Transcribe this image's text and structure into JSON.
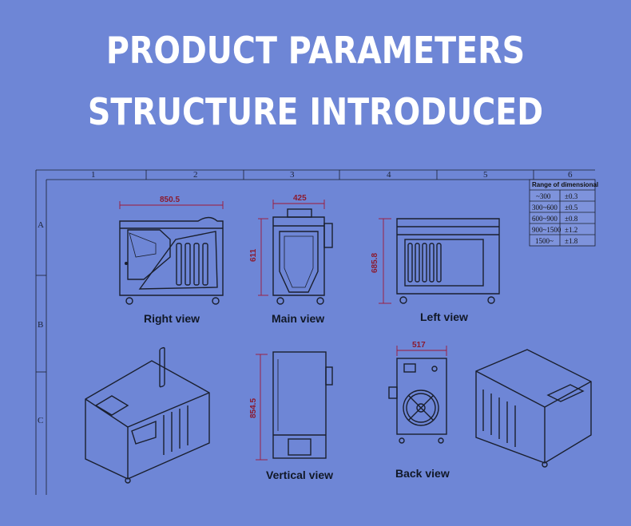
{
  "heading": {
    "line1": "PRODUCT PARAMETERS",
    "line2": "STRUCTURE INTRODUCED"
  },
  "ruler": {
    "columns": [
      "1",
      "2",
      "3",
      "4",
      "5",
      "6"
    ],
    "rows": [
      "A",
      "B",
      "C"
    ]
  },
  "tolerance_table": {
    "header": "Range of dimensional",
    "rows": [
      {
        "range": "~300",
        "tol": "±0.3"
      },
      {
        "range": "300~600",
        "tol": "±0.5"
      },
      {
        "range": "600~900",
        "tol": "±0.8"
      },
      {
        "range": "900~1500",
        "tol": "±1.2"
      },
      {
        "range": "1500~",
        "tol": "±1.8"
      }
    ]
  },
  "views": {
    "right": {
      "label": "Right view",
      "dimension": "850.5"
    },
    "main": {
      "label": "Main view",
      "width": "425",
      "height": "611"
    },
    "left": {
      "label": "Left view",
      "height": "685.8"
    },
    "vertical": {
      "label": "Vertical view",
      "height": "854.5"
    },
    "back": {
      "label": "Back view",
      "width": "517"
    }
  },
  "colors": {
    "background": "#6e86d6",
    "line": "#1a1f2e",
    "dimension": "#a01835",
    "heading": "#ffffff"
  }
}
